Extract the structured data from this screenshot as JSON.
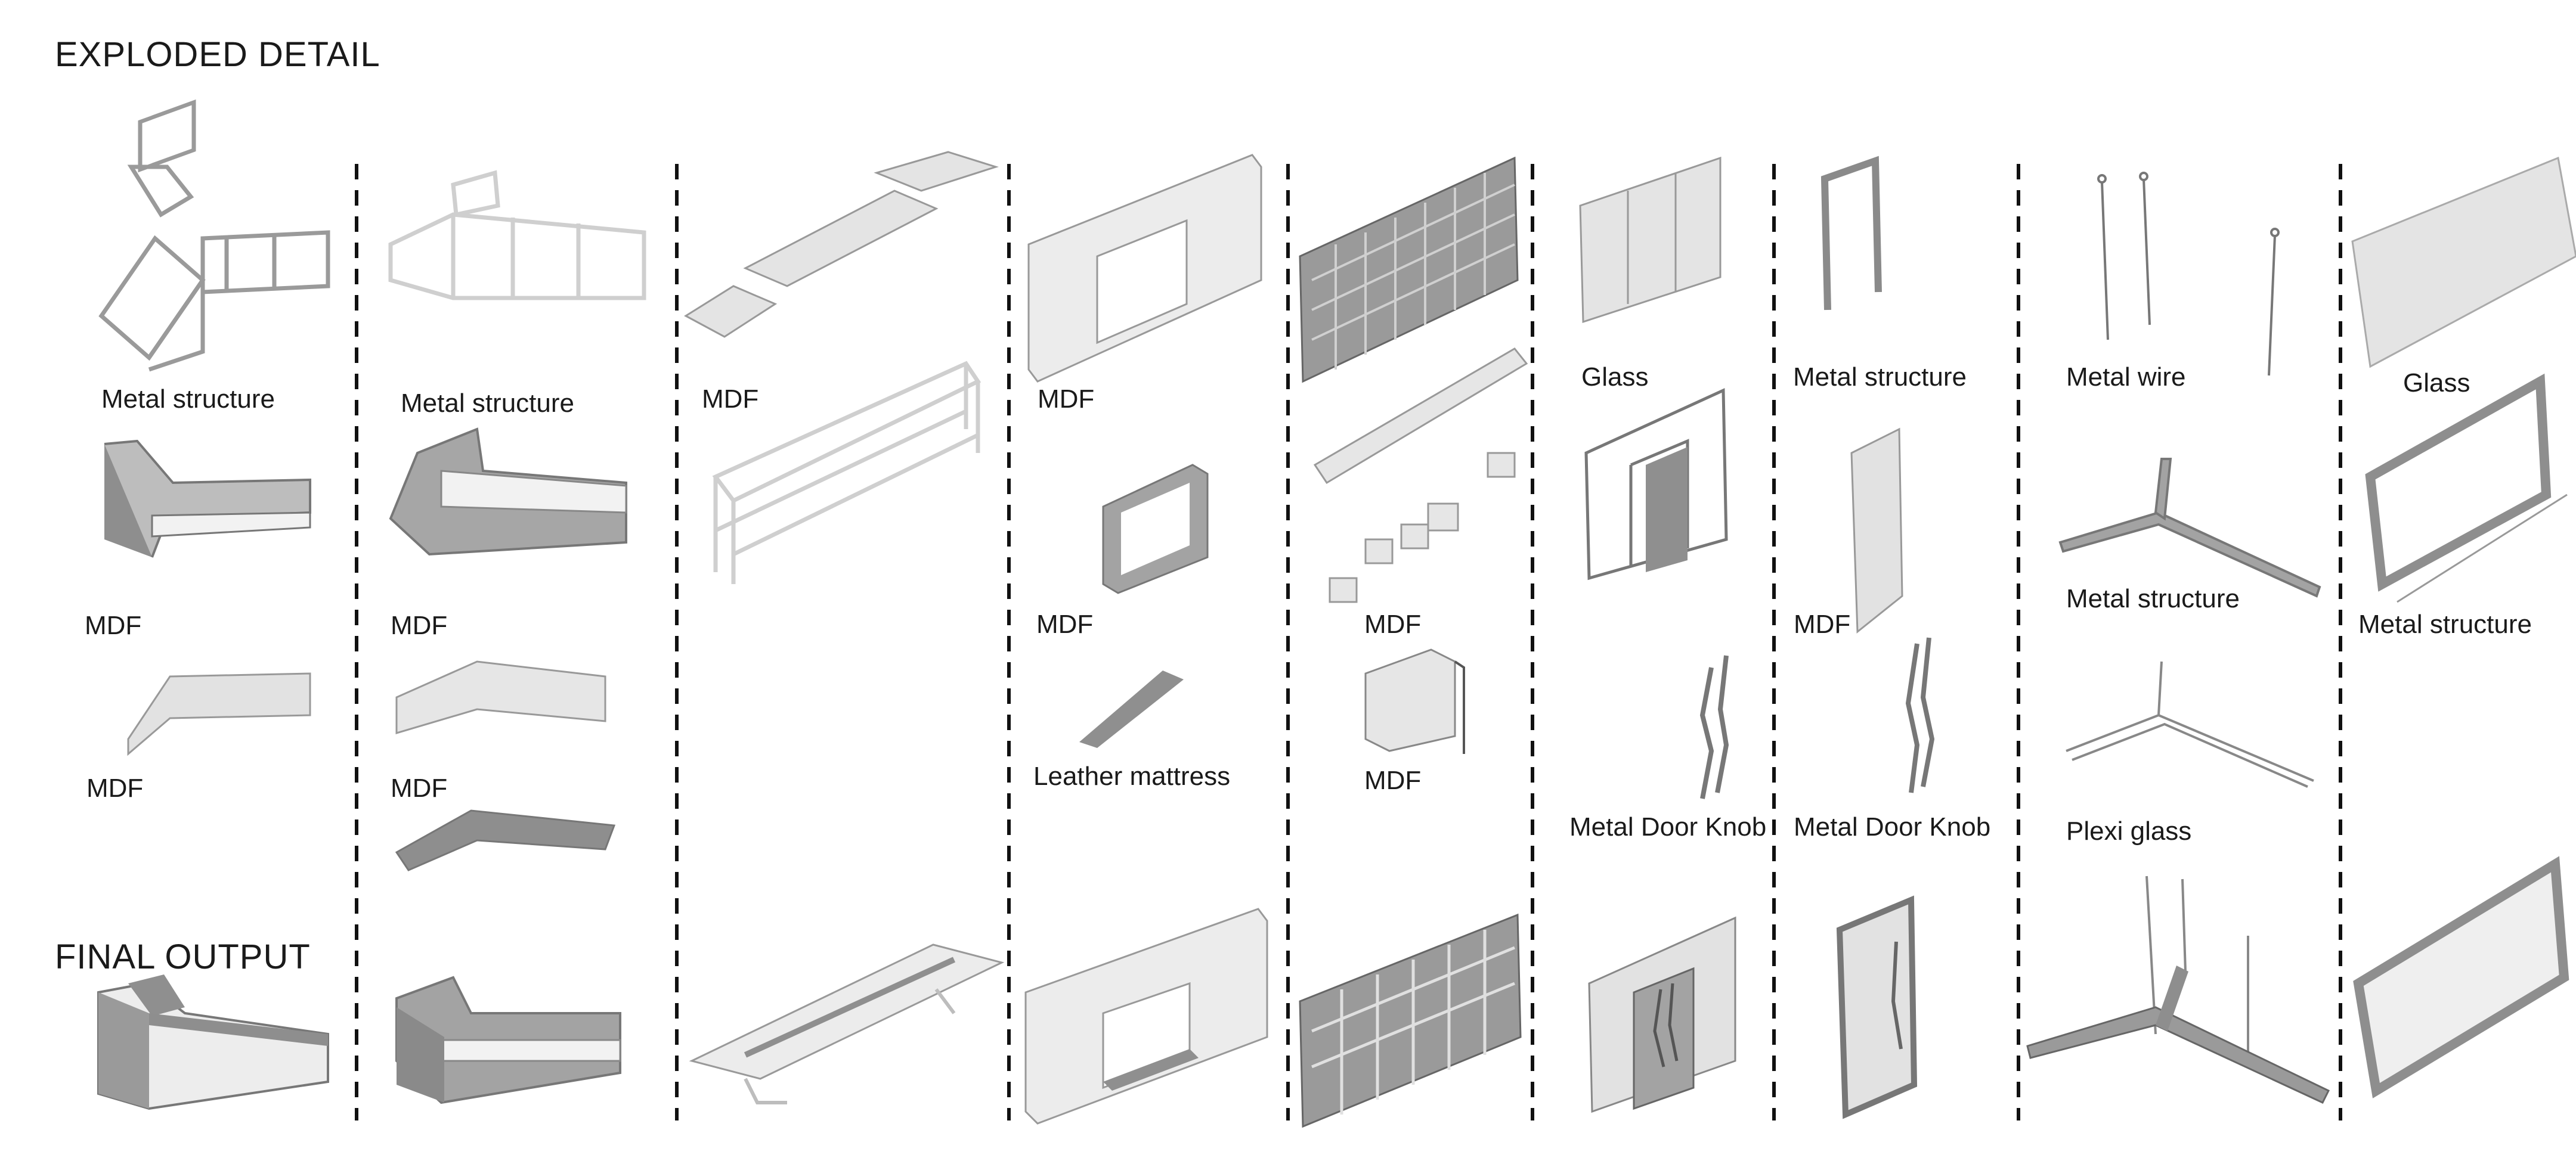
{
  "titles": {
    "exploded": "EXPLODED DETAIL",
    "final": "FINAL OUTPUT"
  },
  "columns": [
    {
      "id": "sofa-y",
      "labels": [
        "Metal structure",
        "MDF",
        "MDF"
      ]
    },
    {
      "id": "sofa-l",
      "labels": [
        "Metal structure",
        "MDF",
        "MDF"
      ]
    },
    {
      "id": "table",
      "labels": [
        "MDF"
      ]
    },
    {
      "id": "wall-seat",
      "labels": [
        "MDF",
        "MDF",
        "Leather mattress"
      ]
    },
    {
      "id": "shelf",
      "labels": [
        "MDF",
        "MDF"
      ]
    },
    {
      "id": "glass-door",
      "labels": [
        "Glass",
        "Metal Door Knob"
      ]
    },
    {
      "id": "single-door",
      "labels": [
        "Metal structure",
        "MDF",
        "Metal Door Knob"
      ]
    },
    {
      "id": "hanging",
      "labels": [
        "Metal wire",
        "Metal structure",
        "Plexi glass"
      ]
    },
    {
      "id": "frame",
      "labels": [
        "Glass",
        "Metal structure"
      ]
    }
  ],
  "colors": {
    "line": "#7a7a7a",
    "fill_light": "#e6e6e6",
    "fill_mid": "#bdbdbd",
    "fill_dark": "#8f8f8f",
    "divider": "#111111"
  }
}
